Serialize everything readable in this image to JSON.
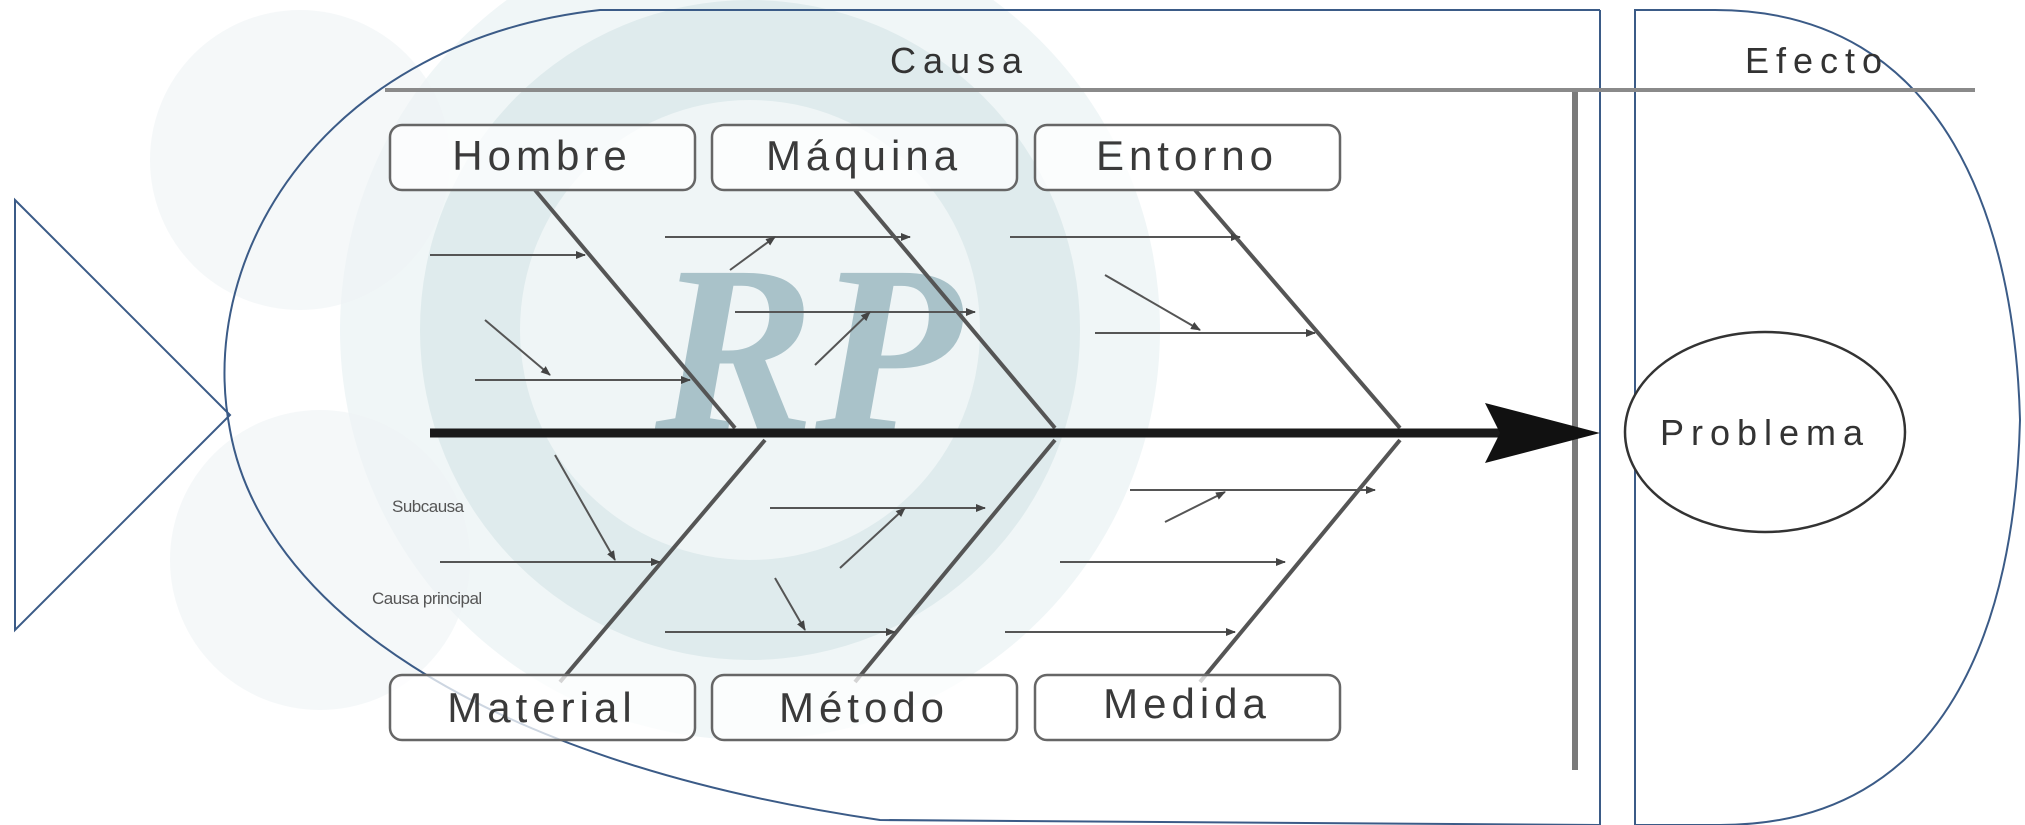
{
  "headers": {
    "cause": "Causa",
    "effect": "Efecto"
  },
  "categories": {
    "top": [
      "Hombre",
      "Máquina",
      "Entorno"
    ],
    "bottom": [
      "Material",
      "Método",
      "Medida"
    ]
  },
  "effect_label": "Problema",
  "legend": {
    "sub_cause": "Subcausa",
    "main_cause": "Causa principal"
  },
  "watermark": "RP",
  "colors": {
    "outline": "#3b5b87",
    "spine": "#1a1a1a",
    "bone": "#555555",
    "watermark": "#6f98a4"
  }
}
